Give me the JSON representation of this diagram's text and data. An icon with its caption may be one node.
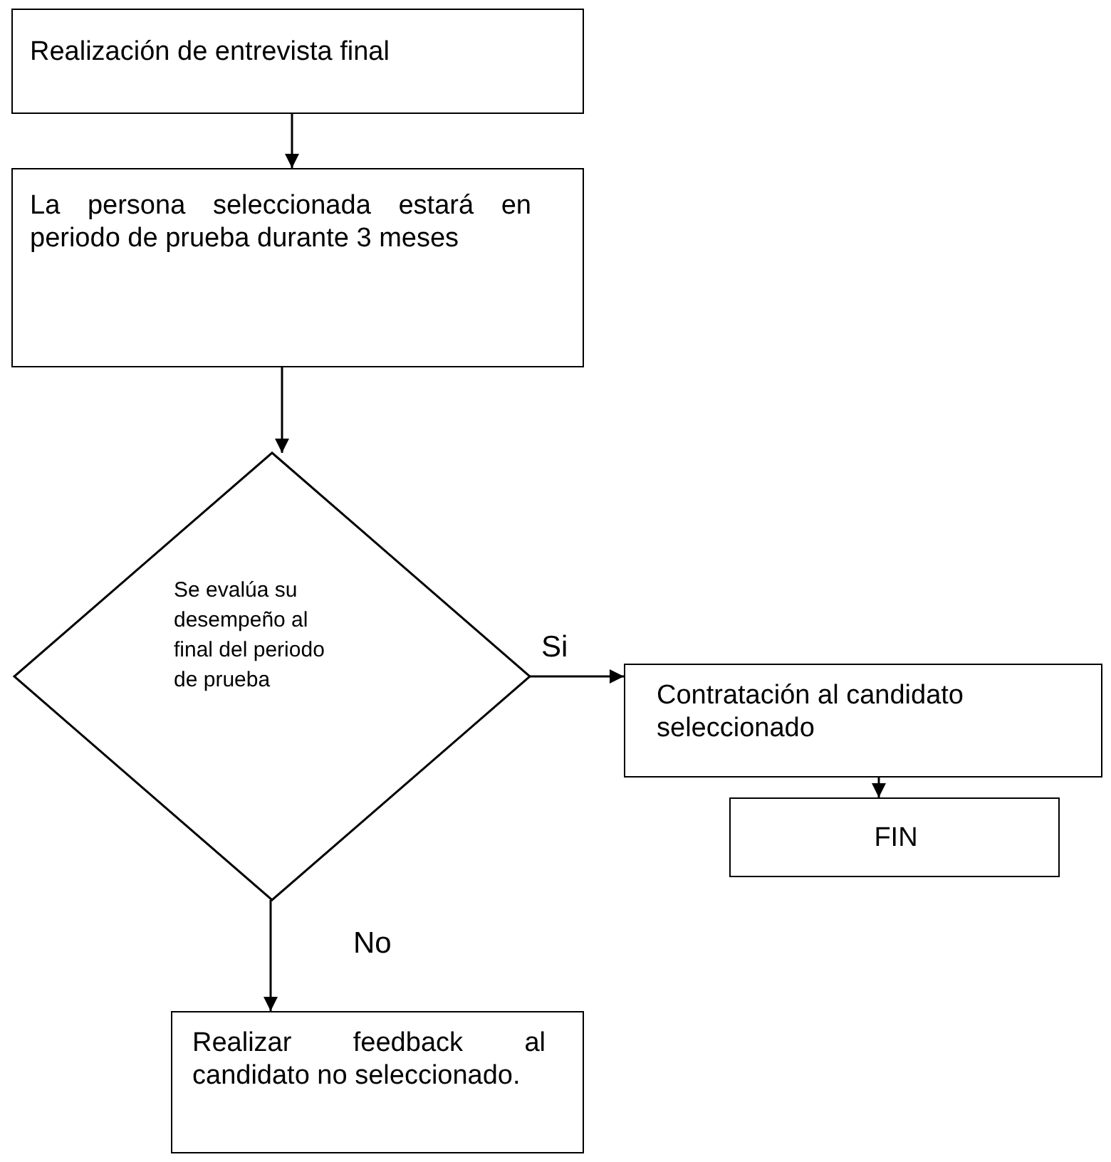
{
  "diagram": {
    "nodes": [
      {
        "text": [
          "Realización de entrevista final"
        ]
      },
      {
        "text": [
          "La persona seleccionada estará en periodo de prueba durante 3 meses"
        ]
      },
      {
        "text": [
          "Se evalúa su desempeño al final del periodo de prueba"
        ]
      },
      {
        "text": [
          "Contratación al candidato seleccionado"
        ]
      },
      {
        "text": [
          "FIN"
        ]
      },
      {
        "text": [
          "Realizar feedback al candidato no seleccionado."
        ]
      }
    ],
    "edges": [
      {
        "from": 0,
        "to": 1,
        "arrow": "to"
      },
      {
        "from": 1,
        "to": 2,
        "arrow": "to"
      },
      {
        "from": 2,
        "to": 3,
        "arrow": "to",
        "label": "Si"
      },
      {
        "from": 3,
        "to": 4,
        "arrow": "to"
      },
      {
        "from": 2,
        "to": 5,
        "arrow": "to",
        "label": "No"
      }
    ]
  }
}
